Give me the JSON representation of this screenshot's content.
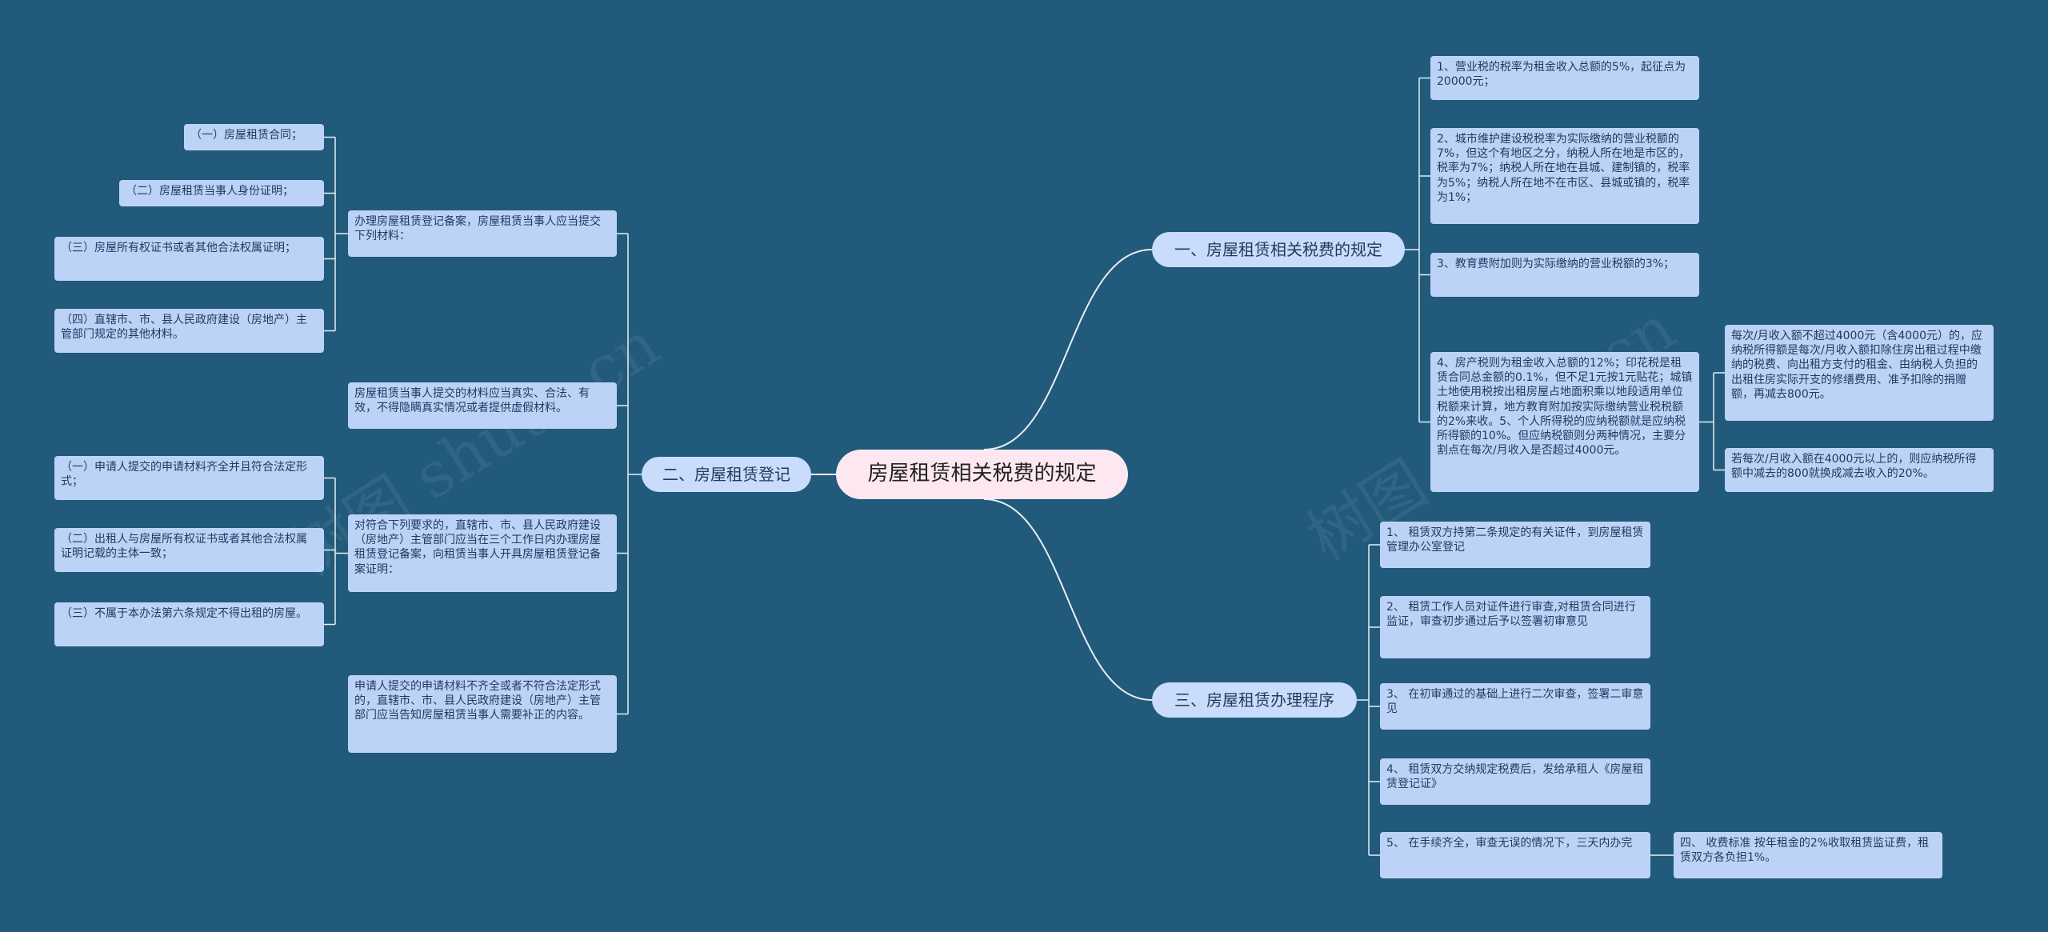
{
  "root": "房屋租赁相关税费的规定",
  "branches": {
    "b1": {
      "label": "一、房屋租赁相关税费的规定",
      "items": [
        "1、营业税的税率为租金收入总额的5%，起征点为20000元；",
        "2、城市维护建设税税率为实际缴纳的营业税额的7%，但这个有地区之分，纳税人所在地是市区的，税率为7%；纳税人所在地在县城、建制镇的，税率为5%；纳税人所在地不在市区、县城或镇的，税率为1%；",
        "3、教育费附加则为实际缴纳的营业税额的3%；",
        "4、房产税则为租金收入总额的12%；印花税是租赁合同总金额的0.1%，但不足1元按1元贴花；城镇土地使用税按出租房屋占地面积乘以地段适用单位税额来计算，地方教育附加按实际缴纳营业税税额的2%来收。5、个人所得税的应纳税额就是应纳税所得额的10%。但应纳税额则分两种情况，主要分割点在每次/月收入是否超过4000元。"
      ],
      "sub4": [
        "每次/月收入额不超过4000元（含4000元）的，应纳税所得额是每次/月收入额扣除住房出租过程中缴纳的税费、向出租方支付的租金、由纳税人负担的出租住房实际开支的修缮费用、准予扣除的捐赠额，再减去800元。",
        "若每次/月收入额在4000元以上的，则应纳税所得额中减去的800就换成减去收入的20%。"
      ]
    },
    "b2": {
      "label": "二、房屋租赁登记",
      "items": [
        "办理房屋租赁登记备案，房屋租赁当事人应当提交下列材料：",
        "房屋租赁当事人提交的材料应当真实、合法、有效，不得隐瞒真实情况或者提供虚假材料。",
        "对符合下列要求的，直辖市、市、县人民政府建设（房地产）主管部门应当在三个工作日内办理房屋租赁登记备案，向租赁当事人开具房屋租赁登记备案证明：",
        "申请人提交的申请材料不齐全或者不符合法定形式的，直辖市、市、县人民政府建设（房地产）主管部门应当告知房屋租赁当事人需要补正的内容。"
      ],
      "sub1": [
        "（一）房屋租赁合同；",
        "（二）房屋租赁当事人身份证明；",
        "（三）房屋所有权证书或者其他合法权属证明；",
        "（四）直辖市、市、县人民政府建设（房地产）主管部门规定的其他材料。"
      ],
      "sub3": [
        "（一）申请人提交的申请材料齐全并且符合法定形式；",
        "（二）出租人与房屋所有权证书或者其他合法权属证明记载的主体一致；",
        "（三）不属于本办法第六条规定不得出租的房屋。"
      ]
    },
    "b3": {
      "label": "三、房屋租赁办理程序",
      "items": [
        "1、 租赁双方持第二条规定的有关证件，到房屋租赁管理办公室登记",
        "2、 租赁工作人员对证件进行审查,对租赁合同进行监证，审查初步通过后予以签署初审意见",
        "3、 在初审通过的基础上进行二次审查，签署二审意见",
        "4、 租赁双方交纳规定税费后，发给承租人《房屋租赁登记证》",
        "5、 在手续齐全，审查无误的情况下，三天内办完"
      ],
      "sub5": [
        "四、 收费标准 按年租金的2%收取租赁监证费，租赁双方各负担1%。"
      ]
    }
  },
  "watermark": "树图 shutu.cn",
  "colors": {
    "background": "#215a7a",
    "leaf": "#bcd3f7",
    "branch": "#c9dcfb",
    "root": "#fde8f1",
    "line": "#e8eef5"
  }
}
